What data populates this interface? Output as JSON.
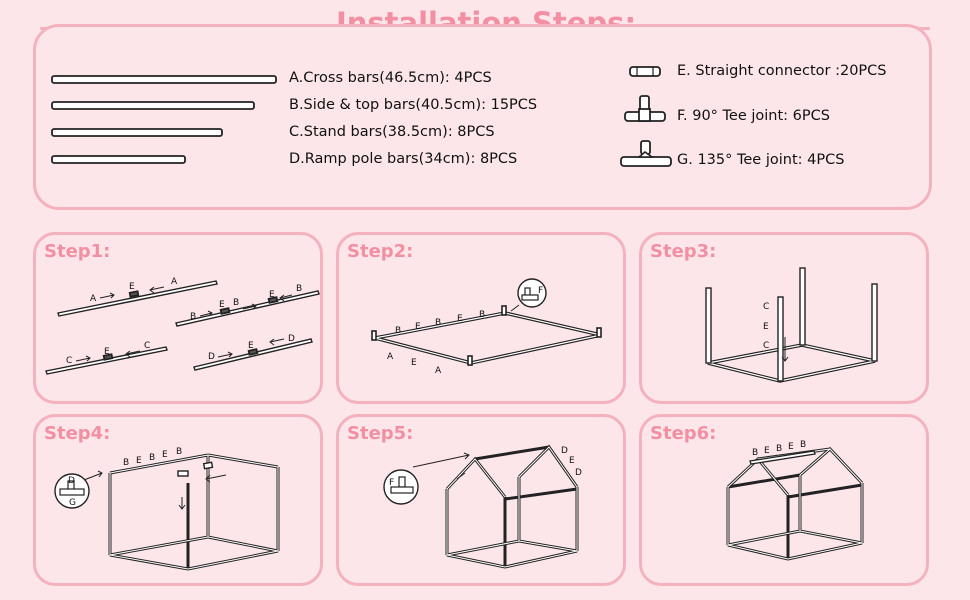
{
  "header": {
    "title": "Installation Steps:"
  },
  "parts": {
    "bars": [
      {
        "label": "A.Cross bars(46.5cm): 4PCS"
      },
      {
        "label": "B.Side & top bars(40.5cm): 15PCS"
      },
      {
        "label": "C.Stand bars(38.5cm): 8PCS"
      },
      {
        "label": "D.Ramp pole bars(34cm): 8PCS"
      }
    ],
    "connectors": [
      {
        "label": "E. Straight connector :20PCS",
        "icon": "straight-connector-icon"
      },
      {
        "label": "F. 90° Tee joint: 6PCS",
        "icon": "tee-90-joint-icon"
      },
      {
        "label": "G. 135° Tee joint: 4PCS",
        "icon": "tee-135-joint-icon"
      }
    ]
  },
  "steps": [
    {
      "title": "Step1:"
    },
    {
      "title": "Step2:"
    },
    {
      "title": "Step3:"
    },
    {
      "title": "Step4:"
    },
    {
      "title": "Step5:"
    },
    {
      "title": "Step6:"
    }
  ],
  "diagram_labels": {
    "A": "A",
    "B": "B",
    "C": "C",
    "D": "D",
    "E": "E",
    "F": "F",
    "G": "G"
  },
  "colors": {
    "accent": "#f28fa2",
    "border": "#f4b1be",
    "background": "#fde6ea"
  }
}
